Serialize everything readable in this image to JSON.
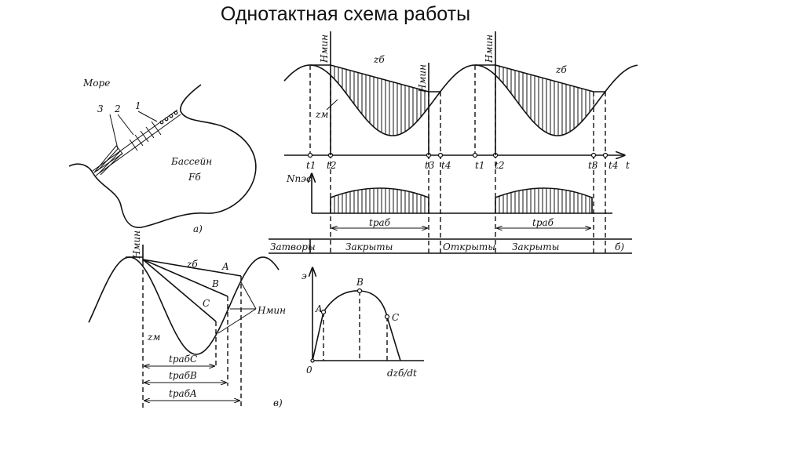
{
  "title": "Однотактная схема работы",
  "panel_a": {
    "sea": "Море",
    "basin": "Бассейн",
    "basin_area": "Fб",
    "labels": [
      "3",
      "2",
      "1"
    ],
    "tag": "а)"
  },
  "panel_b": {
    "h_min": "Hмин",
    "z_b": "zб",
    "z_m": "zм",
    "t_labels": [
      "t1",
      "t2",
      "t3",
      "t4",
      "t1",
      "t2",
      "t3",
      "t4",
      "t"
    ],
    "n_pes": "Nпэс",
    "t_rab": "tраб",
    "gates_label": "Затворы",
    "closed": "Закрыты",
    "open": "Открыты",
    "tag": "б)"
  },
  "panel_v": {
    "h_min": "Hмин",
    "z_b": "zб",
    "z_m": "zм",
    "A": "A",
    "B": "B",
    "C": "C",
    "t_rab_c": "tрабC",
    "t_rab_b": "tрабB",
    "t_rab_a": "tрабA",
    "tag": "в)"
  },
  "panel_e": {
    "y_label": "э",
    "origin": "0",
    "A": "A",
    "B": "B",
    "C": "C",
    "x_label": "dzб/dt"
  }
}
